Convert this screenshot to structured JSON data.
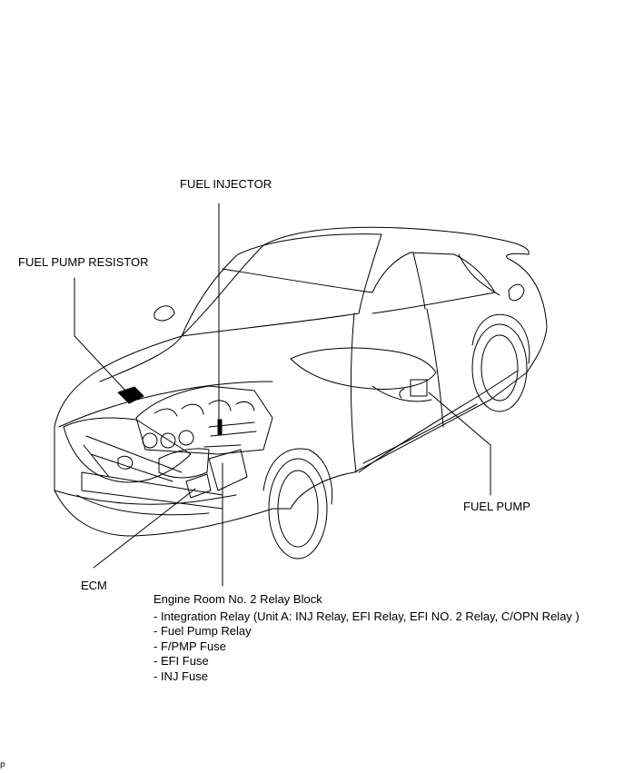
{
  "labels": {
    "fuel_injector": "FUEL INJECTOR",
    "fuel_pump_resistor": "FUEL PUMP RESISTOR",
    "fuel_pump": "FUEL PUMP",
    "ecm": "ECM",
    "relay_block_title": "Engine Room No. 2 Relay Block"
  },
  "relay_block_items": [
    "- Integration Relay (Unit A: INJ Relay, EFI Relay, EFI NO. 2 Relay, C/OPN Relay )",
    "- Fuel Pump Relay",
    "- F/PMP Fuse",
    "- EFI Fuse",
    "- INJ Fuse"
  ],
  "footer_mark": "P"
}
